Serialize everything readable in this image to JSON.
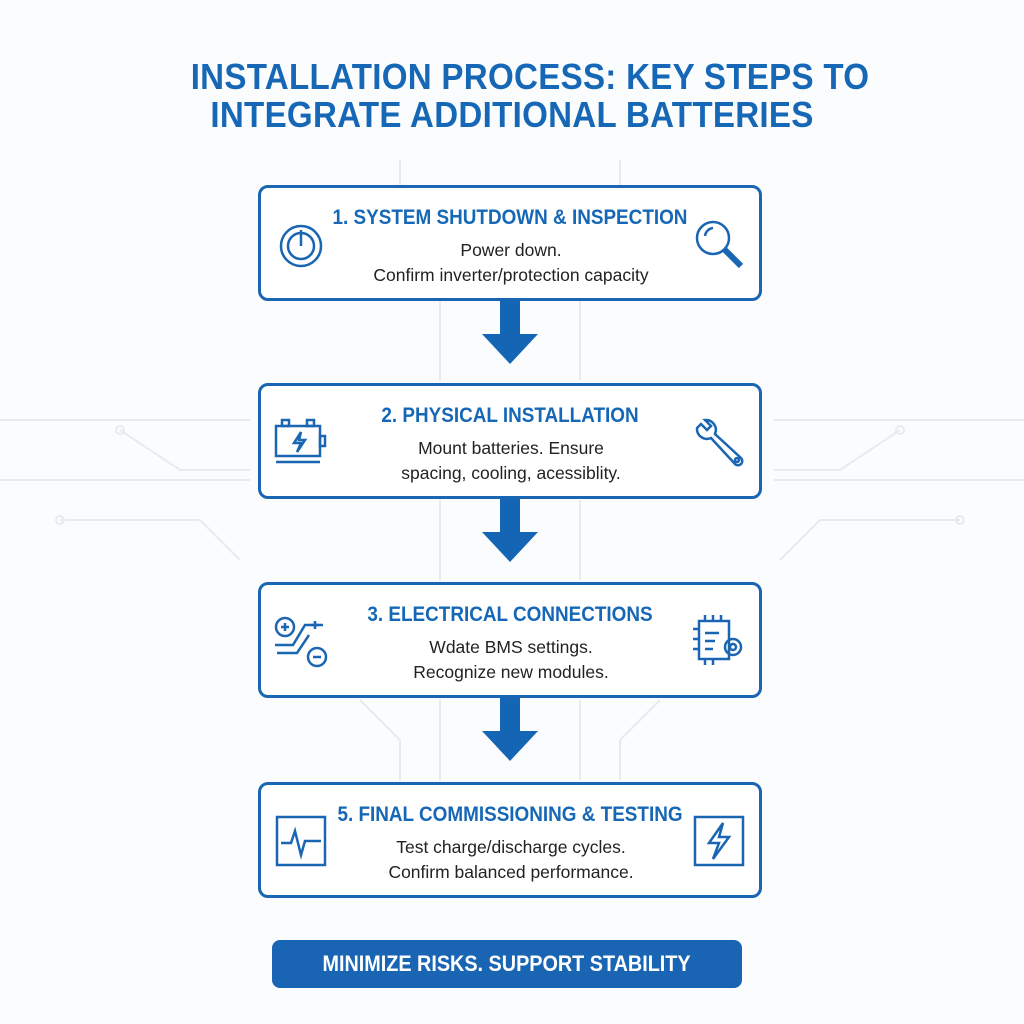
{
  "title": {
    "line1": "INSTALLATION PROCESS: KEY STEPS TO",
    "line2": "INTEGRATE ADDITIONAL BATTERIES"
  },
  "steps": [
    {
      "heading": "1. SYSTEM SHUTDOWN & INSPECTION",
      "line1": "Power down.",
      "line2": "Confirm inverter/protection capacity",
      "icon_left": "power-icon",
      "icon_right": "magnifier-icon"
    },
    {
      "heading": "2. PHYSICAL INSTALLATION",
      "line1": "Mount batteries. Ensure",
      "line2": "spacing, cooling, acessiblity.",
      "icon_left": "battery-icon",
      "icon_right": "wrench-icon"
    },
    {
      "heading": "3. ELECTRICAL CONNECTIONS",
      "line1": "Wdate BMS settings.",
      "line2": "Recognize new modules.",
      "icon_left": "polarity-icon",
      "icon_right": "chip-gear-icon"
    },
    {
      "heading": "5. FINAL COMMISSIONING & TESTING",
      "line1": "Test charge/discharge cycles.",
      "line2": "Confirm balanced performance.",
      "icon_left": "pulse-icon",
      "icon_right": "lightning-icon"
    }
  ],
  "banner": "MINIMIZE RISKS. SUPPORT STABILITY",
  "colors": {
    "primary": "#1a66b3",
    "text": "#222222",
    "background": "#fbfcfd"
  }
}
